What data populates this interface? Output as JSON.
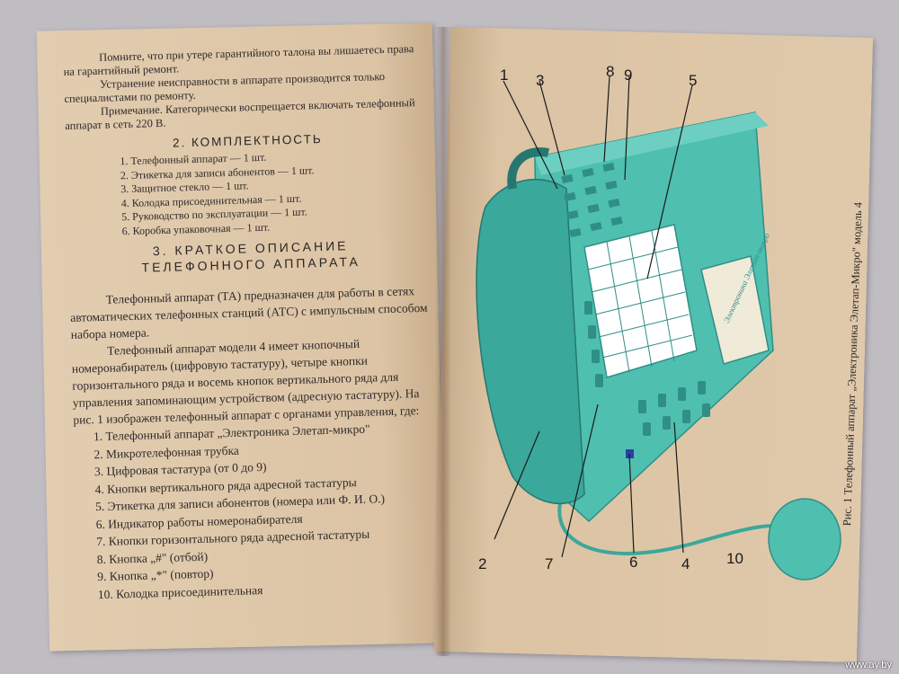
{
  "left_page": {
    "warranty": [
      "Помните, что при утере гарантийного талона вы лишаетесь права на гарантийный ремонт.",
      "Устранение неисправности в аппарате производится только специалистами по ремонту.",
      "Примечание. Категорически воспрещается включать телефонный аппарат в сеть 220 В."
    ],
    "section2_title": "2. КОМПЛЕКТНОСТЬ",
    "kit_items": [
      "1. Телефонный аппарат — 1 шт.",
      "2. Этикетка для записи абонентов — 1 шт.",
      "3. Защитное стекло — 1 шт.",
      "4. Колодка присоединительная — 1 шт.",
      "5. Руководство по эксплуатации — 1 шт.",
      "6. Коробка упаковочная — 1 шт."
    ],
    "section3_title_line1": "3. КРАТКОЕ ОПИСАНИЕ",
    "section3_title_line2": "ТЕЛЕФОННОГО АППАРАТА",
    "para1": "Телефонный аппарат (ТА) предназначен для работы в сетях автоматических телефонных станций (АТС) с импульсным способом набора номера.",
    "para2": "Телефонный аппарат модели 4 имеет кнопочный номеронабиратель (цифровую тастатуру), четыре кнопки горизонтального ряда и восемь кнопок вертикального ряда для управления запоминающим устройством (адресную тастатуру). На рис. 1 изображен телефонный аппарат с органами управления, где:",
    "parts": [
      "1. Телефонный аппарат „Электроника Элетап-микро\"",
      "2. Микротелефонная трубка",
      "3. Цифровая тастатура (от 0 до 9)",
      "4. Кнопки вертикального ряда адресной тастатуры",
      "5. Этикетка для записи абонентов (номера или Ф. И. О.)",
      "6. Индикатор работы номеронабирателя",
      "7. Кнопки горизонтального ряда адресной тастатуры",
      "8. Кнопка „#\" (отбой)",
      "9. Кнопка „*\" (повтор)",
      "10. Колодка присоединительная"
    ]
  },
  "right_page": {
    "caption": "Рис. 1  Телефонный аппарат „Электроника Элетап-Микро\" модель 4",
    "device_label": "Электроника Элетап-микро",
    "callouts": [
      "1",
      "3",
      "8",
      "9",
      "5",
      "2",
      "7",
      "6",
      "4",
      "10"
    ]
  },
  "watermark": "www.ay.by",
  "colors": {
    "paper": "#e0c9ab",
    "phone_body": "#4fbfb0",
    "phone_dark": "#2f8f86",
    "ink": "#2e2a2a"
  }
}
